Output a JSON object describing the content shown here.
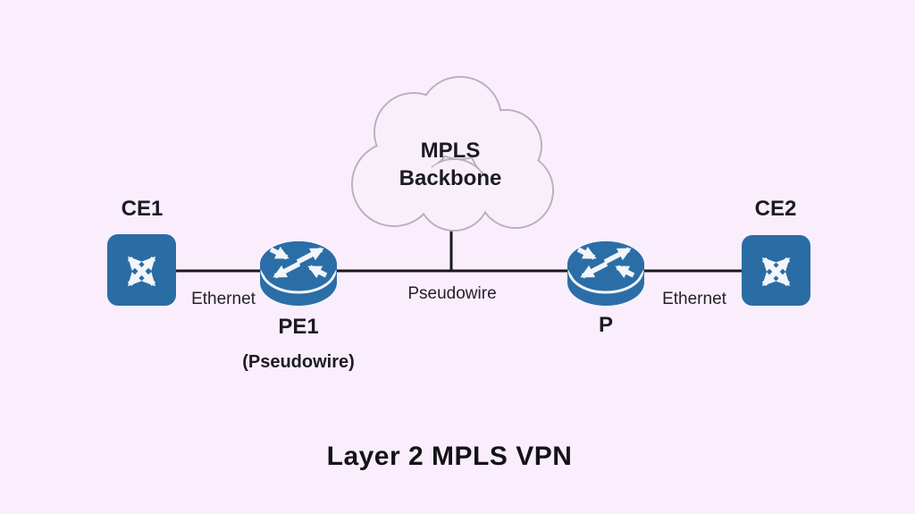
{
  "title": "Layer 2 MPLS VPN",
  "cloud": {
    "label_line1": "MPLS",
    "label_line2": "Backbone"
  },
  "nodes": {
    "ce1": {
      "label": "CE1",
      "type": "switch"
    },
    "pe1": {
      "label": "PE1",
      "sublabel": "(Pseudowire)",
      "type": "router"
    },
    "p": {
      "label": "P",
      "type": "router"
    },
    "ce2": {
      "label": "CE2",
      "type": "switch"
    }
  },
  "links": {
    "ce1_pe1": {
      "label": "Ethernet"
    },
    "pe1_p": {
      "label": "Pseudowire"
    },
    "p_ce2": {
      "label": "Ethernet"
    }
  },
  "colors": {
    "background": "#FAEEFD",
    "device_blue": "#2A6CA4",
    "line": "#1A191E",
    "cloud_fill": "#F9EFFB",
    "cloud_stroke": "#B9AFBE",
    "arrow_white": "#F2F5F9"
  }
}
